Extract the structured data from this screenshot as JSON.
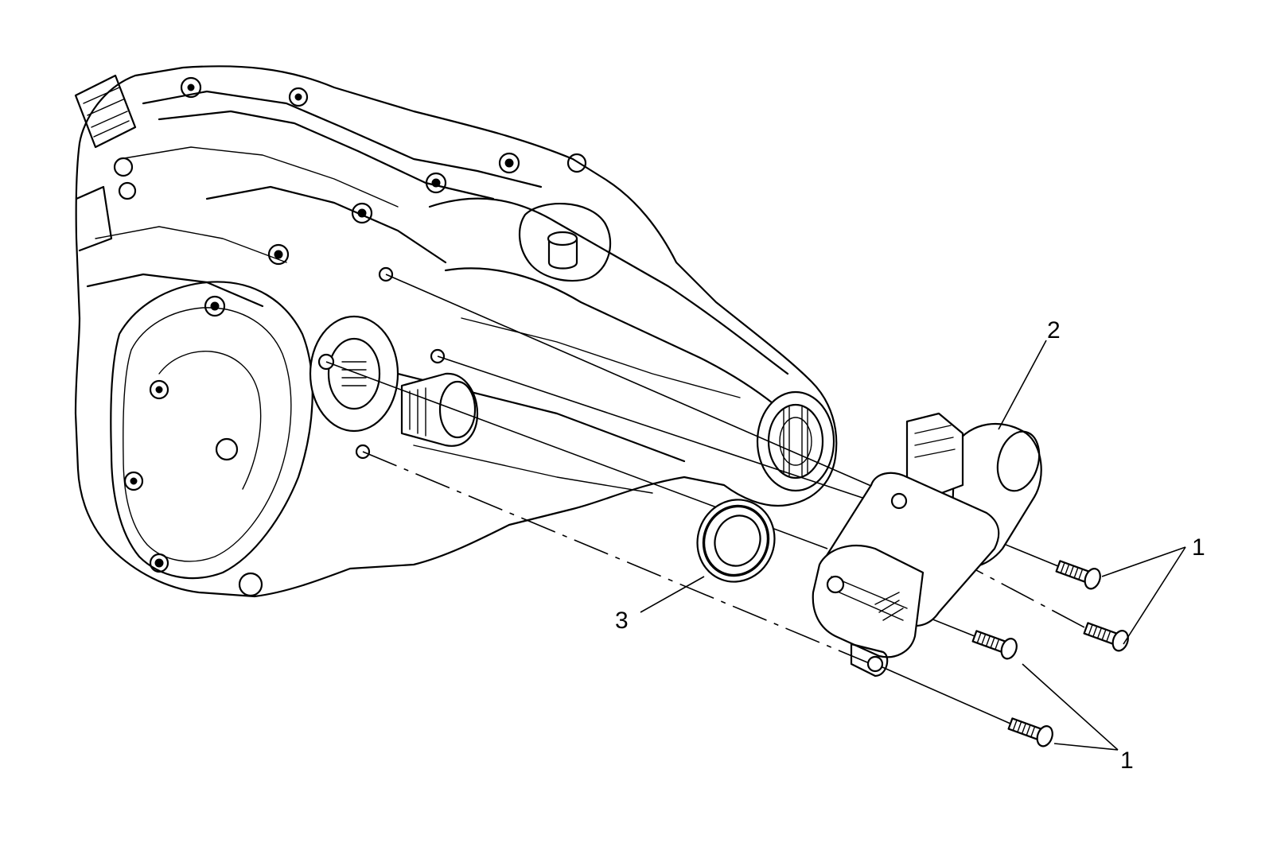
{
  "callouts": {
    "bolts_upper": "1",
    "bolts_lower": "1",
    "motor": "2",
    "seal": "3"
  },
  "parts": [
    "transfer-case",
    "encoder-motor",
    "seal",
    "bolt"
  ],
  "colors": {
    "line": "#000000",
    "background": "#ffffff"
  }
}
